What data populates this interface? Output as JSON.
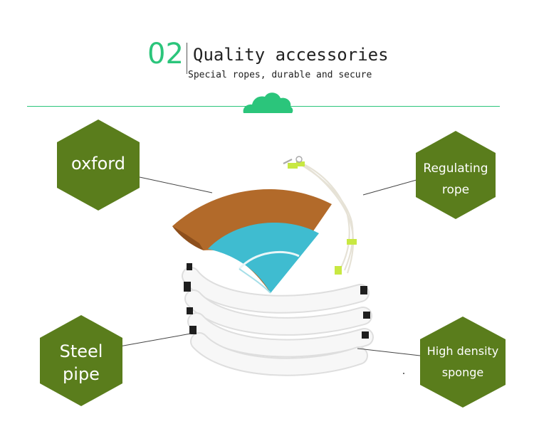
{
  "header": {
    "number": "02",
    "title": "Quality accessories",
    "subtitle": "Special ropes, durable and secure"
  },
  "labels": {
    "oxford": "oxford",
    "rope_line1": "Regulating",
    "rope_line2": "rope",
    "steel_line1": "Steel",
    "steel_line2": "pipe",
    "sponge_line1": "High density",
    "sponge_line2": "sponge"
  },
  "colors": {
    "accent": "#2bc57b",
    "hexagon": "#5a7d1c",
    "fabric_brown": "#b26a2a",
    "fabric_cyan": "#32b8cf",
    "pipe": "#f4f4f4"
  }
}
